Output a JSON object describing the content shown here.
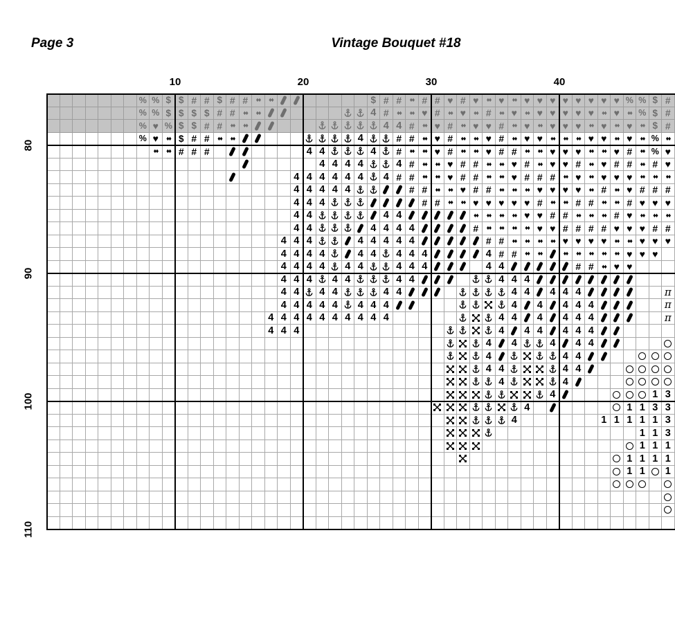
{
  "page": {
    "label": "Page 3",
    "title": "Vintage Bouquet #18"
  },
  "grid": {
    "cols": 49,
    "first_row": 76,
    "shaded_rows": 3,
    "col_labels": [
      {
        "text": "10",
        "col": 10
      },
      {
        "text": "20",
        "col": 20
      },
      {
        "text": "30",
        "col": 30
      },
      {
        "text": "40",
        "col": 40
      }
    ],
    "row_labels": [
      {
        "text": "80",
        "row": 80
      },
      {
        "text": "90",
        "row": 90
      },
      {
        "text": "100",
        "row": 100
      },
      {
        "text": "110",
        "row": 110
      }
    ],
    "colors": {
      "shade_bg": "#c4c4c4",
      "shade_symbol": "#6f6f6f",
      "symbol": "#000000",
      "gridline": "#a8a8a8",
      "bold_line": "#000000"
    },
    "legend": {
      "%": {
        "name": "percent-slash",
        "kind": "text",
        "glyph": "%",
        "cls": "c-pct"
      },
      "$": {
        "name": "dollar",
        "kind": "text",
        "glyph": "$",
        "cls": "c-dollar"
      },
      "#": {
        "name": "hash",
        "kind": "text",
        "glyph": "#",
        "cls": "c-hash"
      },
      "*": {
        "name": "double-diamond",
        "kind": "text",
        "glyph": "♦♦",
        "cls": "c-dd"
      },
      "h": {
        "name": "heart",
        "kind": "text",
        "glyph": "♥",
        "cls": "c-heart"
      },
      "4": {
        "name": "digit-4",
        "kind": "text",
        "glyph": "4",
        "cls": "c-digit"
      },
      "1": {
        "name": "digit-1",
        "kind": "text",
        "glyph": "1",
        "cls": "c-digit"
      },
      "3": {
        "name": "digit-3",
        "kind": "text",
        "glyph": "3",
        "cls": "c-digit"
      },
      "p": {
        "name": "pi",
        "kind": "text",
        "glyph": "π",
        "cls": "c-pi"
      },
      "o": {
        "name": "circle",
        "kind": "circle"
      },
      "/": {
        "name": "thick-slash",
        "kind": "slash"
      },
      "a": {
        "name": "anchor",
        "kind": "anchor"
      },
      "x": {
        "name": "dotted-x",
        "kind": "xmark"
      }
    },
    "rows": [
      ".......%%$$##$##**//.....$##*##h#h*h*hhhhhhhh%%$#",
      ".......%%$$$$##**//....aa4#**h#*h*#*h*hhhhh*h*%$#",
      ".......%h%$$##**//...aaaaa44#*h#*hh#*h*hhh*h*h*$#",
      ".......%h*$##**//...aaaa4aa##*h#**h#*hh***hh*h*%*",
      "........**###.//....44aaa4a#**h#**h##**hhh**h#*%h",
      ".............../.....4444aa4#**h##**h#*hh#*h##*#h*",
      "............../....444444a4##**h##**h###*h*hhh***",
      "...................44444aa//##**h##***hhhh*#*h###",
      "...................444aaa////##**hhhhh#**##**#hhh",
      "...................44aaaa/44/////****hh##***#h***",
      "...................44aaa/4444////#****hh####hhh##",
      "..................444aa/44444/////##****hhhh**hhh",
      "..................4444a/44a444////4##**/*****hhh.",
      "..................4444a44aa444///.44/////##*hh...",
      "..................444a44aaa44///.aa444////////...",
      "..................44a44aaa44///.aaaa44/444////..p",
      "..................44444a444//...aaxa4/4/444///..p",
      ".................4444444444.....axa44/4/444///..p",
      ".................444...........aaxa4/44/444//....",
      "...............................axa4/4aa4/44//...o",
      "...............................axa4/axaa44//..ooo",
      "...............................xxa44axxa44/..oooo",
      "...............................xxaa4axxa4/...oooo",
      "...............................xxxaaxxa4/...ooo13",
      "..............................xxxaaxa4./....o1133",
      "...............................xxaaa4......111113",
      "...............................xxxa...........113",
      "...............................xxx...........o111",
      "................................x...........o1111",
      "............................................o11o1",
      "............................................ooo.o",
      "................................................o",
      "................................................o",
      "................................................."
    ]
  }
}
